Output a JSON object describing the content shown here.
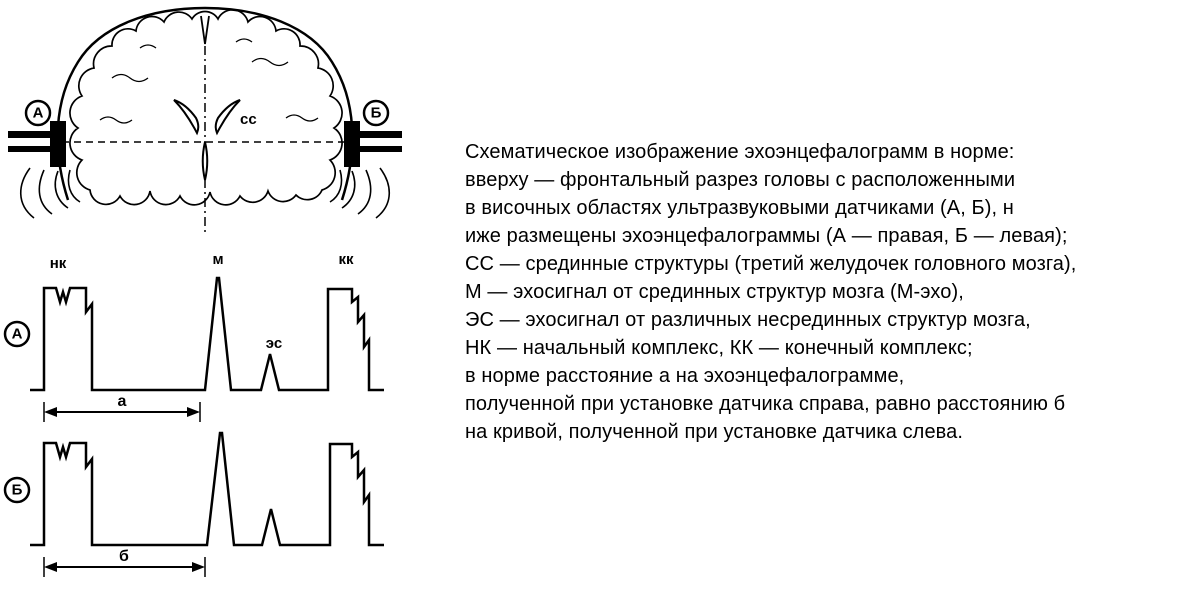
{
  "head_diagram": {
    "sensor_a_label": "А",
    "sensor_b_label": "Б",
    "midline_structures_label": "сс"
  },
  "echogram_a": {
    "badge": "А",
    "initial_complex_label": "нк",
    "m_echo_label": "м",
    "echo_signal_label": "эс",
    "final_complex_label": "кк",
    "distance_label": "а"
  },
  "echogram_b": {
    "badge": "Б",
    "distance_label": "б"
  },
  "colors": {
    "ink": "#000000",
    "background": "#ffffff"
  },
  "caption": {
    "lines": [
      "Схематическое изображение эхоэнцефалограмм в норме:",
      "вверху — фронтальный разрез головы с расположенными",
      "в височных областях ультразвуковыми датчиками (А, Б), н",
      "иже размещены эхоэнцефалограммы (А — правая, Б — левая);",
      "СС — срединные структуры (третий желудочек головного мозга),",
      "М — эхосигнал от срединных структур мозга (М-эхо),",
      "ЭС — эхосигнал от различных несрединных структур мозга,",
      "НК — начальный комплекс, КК — конечный комплекс;",
      "в норме расстояние а на эхоэнцефалограмме,",
      "полученной при установке датчика справа, равно расстоянию б",
      "на кривой, полученной при установке датчика слева."
    ]
  }
}
